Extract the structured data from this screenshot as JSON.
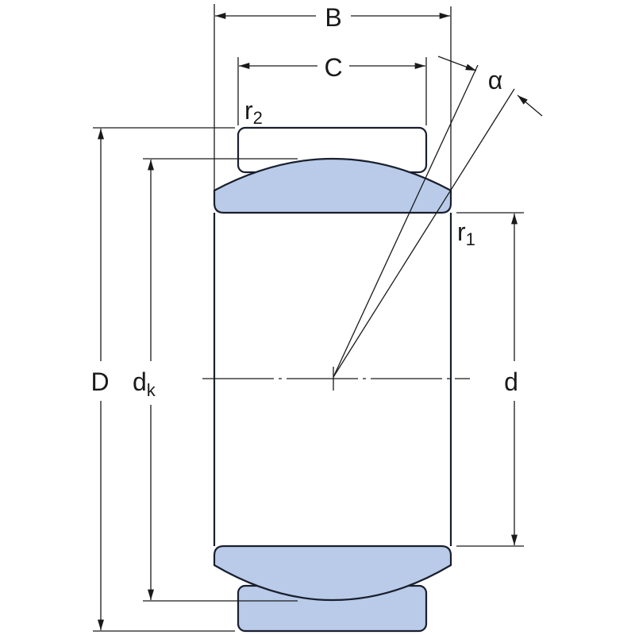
{
  "title": "Spherical plain bearing dimension drawing",
  "colors": {
    "fill": "#b9cbe8",
    "line": "#1a1f2e"
  },
  "labels": {
    "B": "B",
    "C": "C",
    "alpha": "α",
    "r2": {
      "main": "r",
      "sub": "2"
    },
    "r1": {
      "main": "r",
      "sub": "1"
    },
    "D": "D",
    "dk": {
      "main": "d",
      "sub": "k"
    },
    "d": "d"
  }
}
